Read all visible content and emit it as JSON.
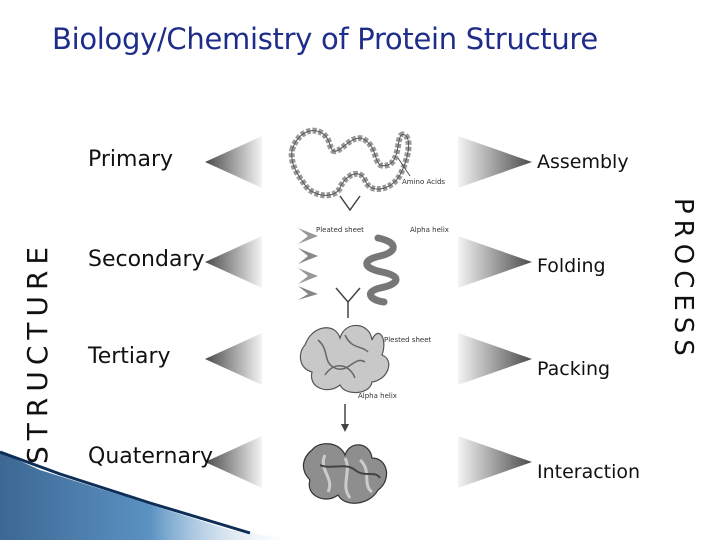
{
  "title": "Biology/Chemistry of Protein Structure",
  "left_axis_label": "STRUCTURE",
  "right_axis_label": "PROCESS",
  "levels": [
    "Primary",
    "Secondary",
    "Tertiary",
    "Quaternary"
  ],
  "processes": [
    "Assembly",
    "Folding",
    "Packing",
    "Interaction"
  ],
  "image_labels": {
    "amino_acids": "Amino Acids",
    "pleated_sheet": "Pleated sheet",
    "alpha_helix": "Alpha helix",
    "pleated_sheet_2": "Plested sheet",
    "alpha_helix_2": "Alpha helix"
  }
}
